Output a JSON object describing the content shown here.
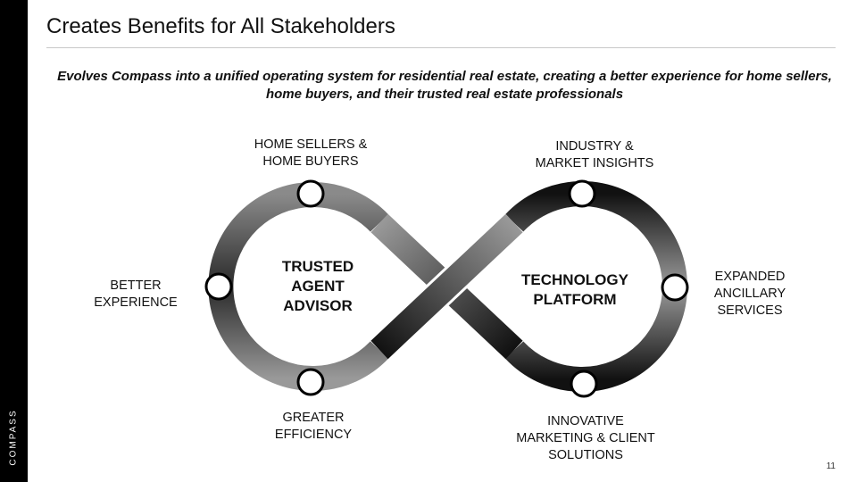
{
  "logo": "COMPASS",
  "title": "Creates Benefits for All Stakeholders",
  "subtitle": "Evolves Compass into a unified operating system for residential real estate, creating a better experience for home sellers, home buyers, and their trusted real estate professionals",
  "centers": {
    "left": "TRUSTED\nAGENT\nADVISOR",
    "right": "TECHNOLOGY\nPLATFORM"
  },
  "labels": {
    "sellers": "HOME SELLERS &\nHOME BUYERS",
    "experience": "BETTER\nEXPERIENCE",
    "efficiency": "GREATER\nEFFICIENCY",
    "insights": "INDUSTRY &\nMARKET INSIGHTS",
    "ancillary": "EXPANDED\nANCILLARY\nSERVICES",
    "marketing": "INNOVATIVE\nMARKETING & CLIENT\nSOLUTIONS"
  },
  "page_number": "11"
}
